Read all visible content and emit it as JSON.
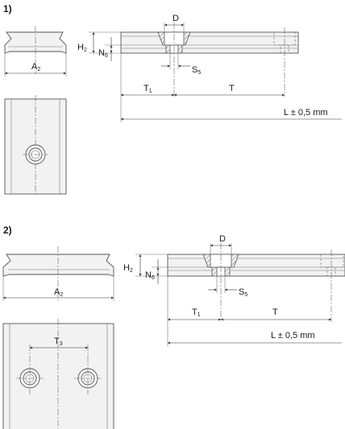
{
  "sections": [
    {
      "label": "1)",
      "dims": {
        "D": "D",
        "H2": "H",
        "H2_sub": "2",
        "N6": "N",
        "N6_sub": "6",
        "A2": "A",
        "A2_sub": "2",
        "S5": "S",
        "S5_sub": "5",
        "T1": "T",
        "T1_sub": "1",
        "T": "T",
        "L": "L ± 0,5 mm"
      }
    },
    {
      "label": "2)",
      "dims": {
        "D": "D",
        "H2": "H",
        "H2_sub": "2",
        "N6": "N",
        "N6_sub": "6",
        "A2": "A",
        "A2_sub": "2",
        "S5": "S",
        "S5_sub": "5",
        "T1": "T",
        "T1_sub": "1",
        "T": "T",
        "T3": "T",
        "T3_sub": "3",
        "L": "L ± 0,5 mm"
      }
    }
  ]
}
